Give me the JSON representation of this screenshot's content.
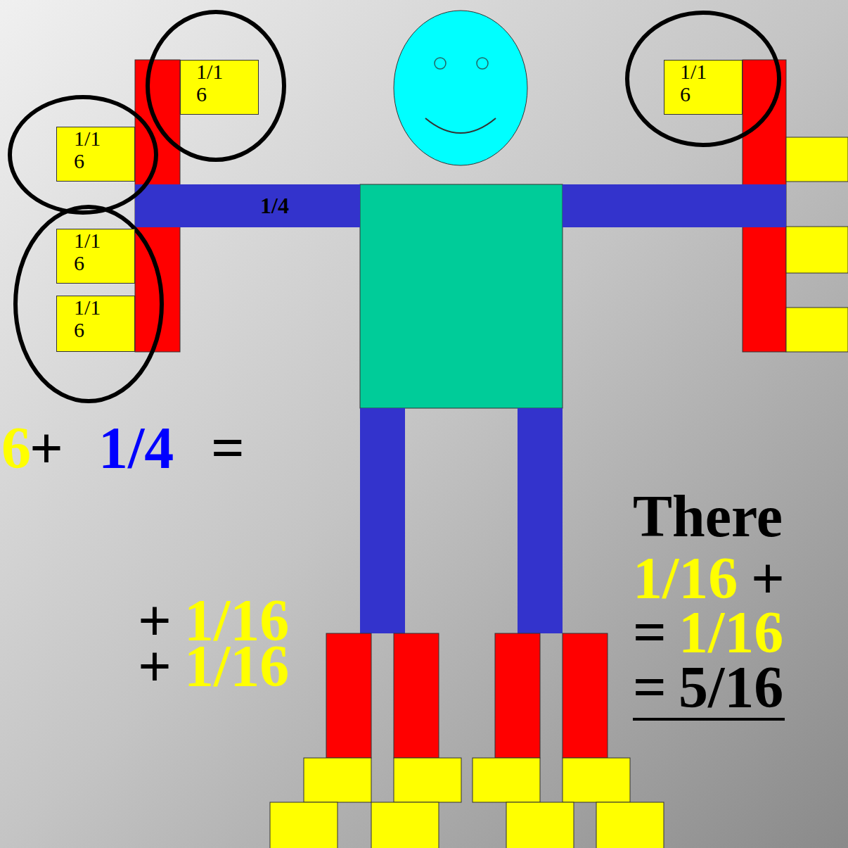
{
  "diagram": {
    "nodes": [
      {
        "text": [
          "1/16"
        ]
      },
      {
        "text": [
          "1/16"
        ]
      },
      {
        "text": [
          "1/16"
        ]
      },
      {
        "text": [
          "1/4"
        ]
      },
      {
        "text": [
          "1/16"
        ]
      },
      {
        "text": [
          "1/16"
        ]
      }
    ],
    "labels": [
      "6",
      "+",
      "1/4",
      "=",
      "There",
      "1/16",
      "+",
      "+",
      "1/16",
      "=",
      "1/16",
      "+",
      "1/16",
      "=",
      "5/16"
    ]
  }
}
